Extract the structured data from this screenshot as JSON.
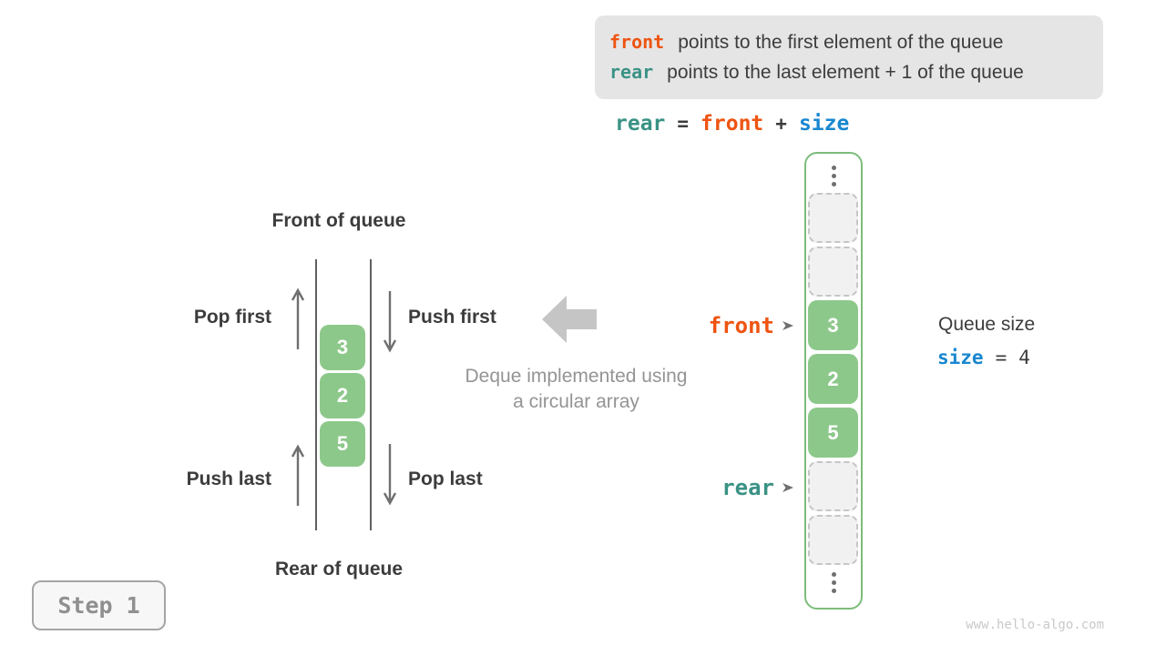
{
  "colors": {
    "orange": "#ee5412",
    "teal": "#3a9285",
    "blue": "#1887d0",
    "dark": "#3c3c3c",
    "green": "#8dc88b",
    "green-border": "#7cbd7b",
    "empty-bg": "#f1f1f1",
    "empty-border": "#c6c6c6",
    "infobox-bg": "#e5e5e5",
    "gray-caption": "#949494",
    "line-gray": "#606060",
    "small-arrow": "#6f6f6f",
    "big-arrow": "#c5c5c5",
    "step-gray": "#8f8f8f",
    "step-border": "#a5a5a5",
    "step-bg": "#f7f7f7",
    "watermark": "#c9c9c9"
  },
  "info_box": {
    "line1": {
      "code": "front",
      "text": "points to the first element of the queue"
    },
    "line2": {
      "code": "rear",
      "text": "points to the last element + 1 of the queue"
    }
  },
  "formula": {
    "lhs": "rear",
    "eq": "=",
    "rhs1": "front",
    "plus": "+",
    "rhs2": "size"
  },
  "deque": {
    "front_label": "Front of queue",
    "rear_label": "Rear of queue",
    "pop_first": "Pop first",
    "push_first": "Push first",
    "push_last": "Push last",
    "pop_last": "Pop last",
    "values": [
      "3",
      "2",
      "5"
    ]
  },
  "caption": {
    "line1": "Deque implemented using",
    "line2": "a circular array"
  },
  "array": {
    "front_pointer": "front",
    "rear_pointer": "rear",
    "cells": [
      {
        "type": "empty",
        "value": ""
      },
      {
        "type": "empty",
        "value": ""
      },
      {
        "type": "value",
        "value": "3"
      },
      {
        "type": "value",
        "value": "2"
      },
      {
        "type": "value",
        "value": "5"
      },
      {
        "type": "empty",
        "value": ""
      },
      {
        "type": "empty",
        "value": ""
      }
    ]
  },
  "queue_size": {
    "label": "Queue size",
    "variable": "size",
    "eq": "=",
    "value": "4"
  },
  "step_badge": {
    "label": "Step 1"
  },
  "watermark": "www.hello-algo.com"
}
